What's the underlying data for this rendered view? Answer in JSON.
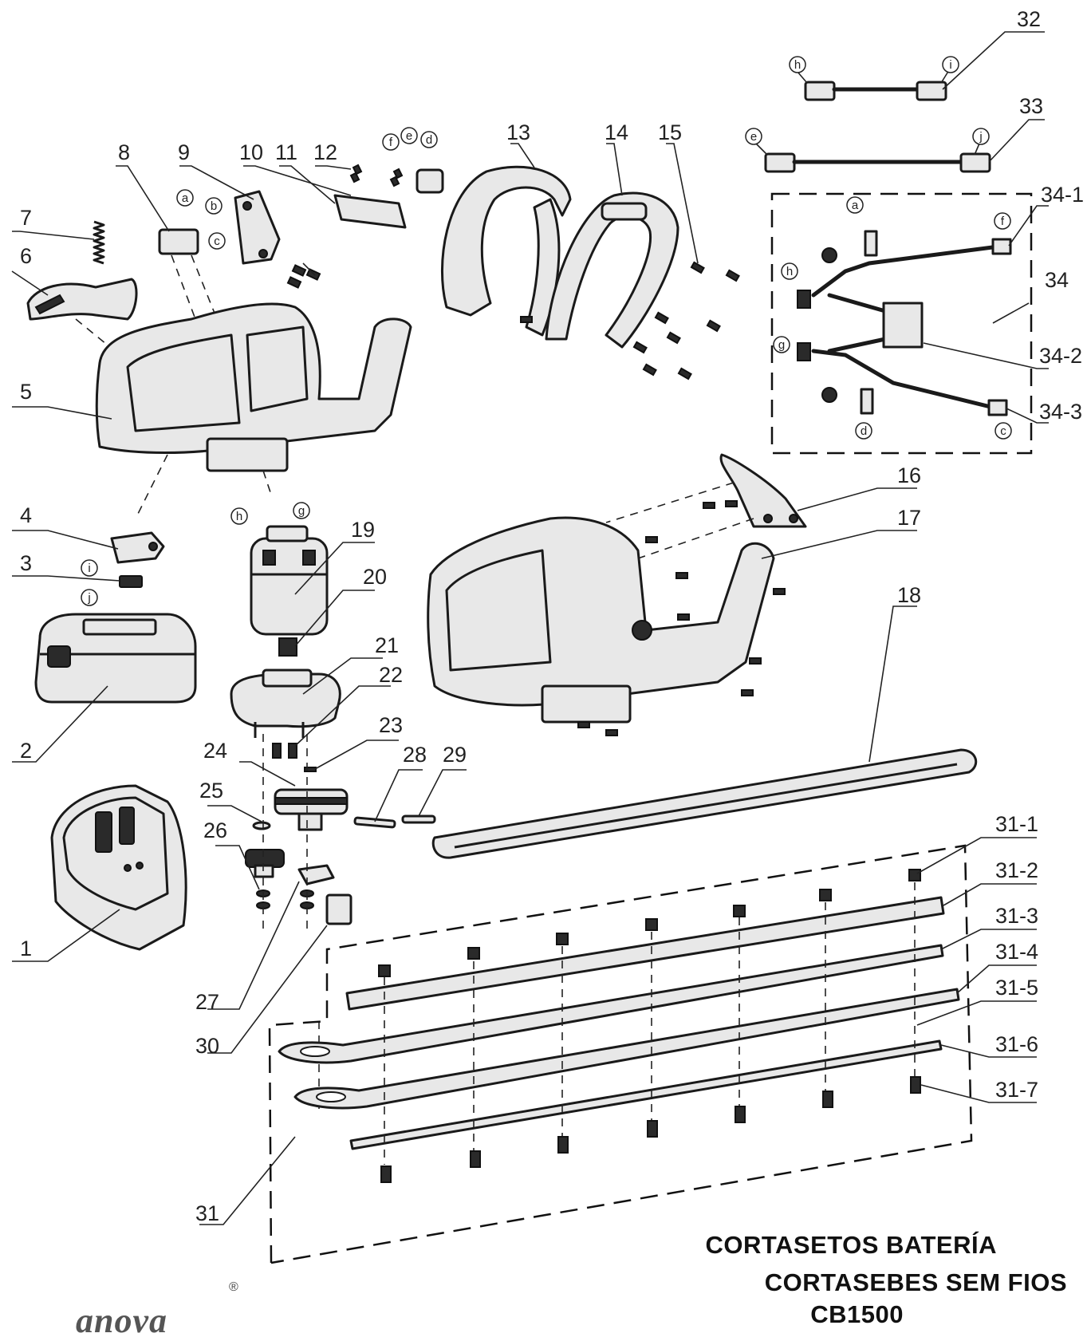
{
  "labels": {
    "l1": "1",
    "l2": "2",
    "l3": "3",
    "l4": "4",
    "l5": "5",
    "l6": "6",
    "l7": "7",
    "l8": "8",
    "l9": "9",
    "l10": "10",
    "l11": "11",
    "l12": "12",
    "l13": "13",
    "l14": "14",
    "l15": "15",
    "l16": "16",
    "l17": "17",
    "l18": "18",
    "l19": "19",
    "l20": "20",
    "l21": "21",
    "l22": "22",
    "l23": "23",
    "l24": "24",
    "l25": "25",
    "l26": "26",
    "l27": "27",
    "l28": "28",
    "l29": "29",
    "l30": "30",
    "l31": "31",
    "l31_1": "31-1",
    "l31_2": "31-2",
    "l31_3": "31-3",
    "l31_4": "31-4",
    "l31_5": "31-5",
    "l31_6": "31-6",
    "l31_7": "31-7",
    "l32": "32",
    "l33": "33",
    "l34": "34",
    "l34_1": "34-1",
    "l34_2": "34-2",
    "l34_3": "34-3"
  },
  "connectors": {
    "a": "a",
    "b": "b",
    "c": "c",
    "d": "d",
    "e": "e",
    "f": "f",
    "g": "g",
    "h": "h",
    "i": "i",
    "j": "j"
  },
  "title": {
    "line1": "CORTASETOS BATERÍA",
    "line2": "CORTASEBES SEM FIOS",
    "line3": "CB1500"
  },
  "brand": {
    "name": "anova",
    "mark": "®"
  }
}
